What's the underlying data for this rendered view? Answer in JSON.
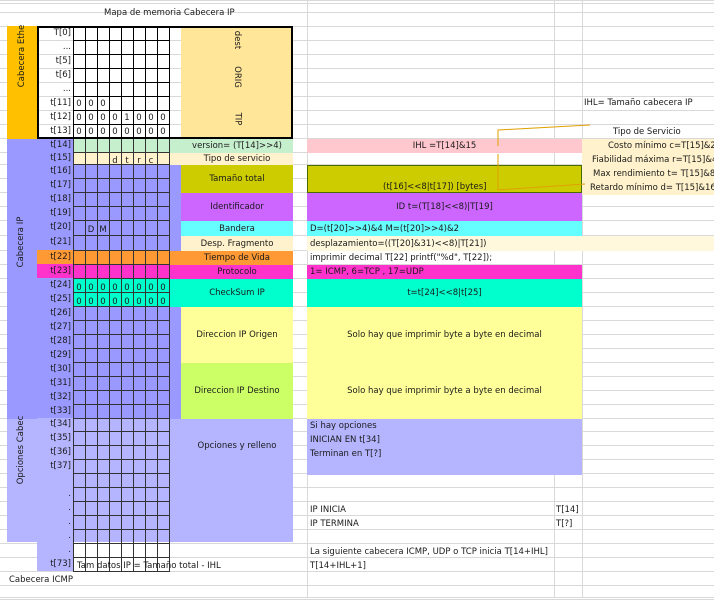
{
  "title": "Mapa de memoria Cabecera IP",
  "side_labels": {
    "ethernet": "Cabecera Ethe",
    "ip": "Cabecera IP",
    "options": "Opciones Cabec"
  },
  "rows": [
    {
      "label": "T[0]"
    },
    {
      "label": "..."
    },
    {
      "label": "t[5]"
    },
    {
      "label": "t[6]"
    },
    {
      "label": "..."
    },
    {
      "label": "t[11]"
    },
    {
      "label": "t[12]"
    },
    {
      "label": "t[13]"
    },
    {
      "label": "t[14]"
    },
    {
      "label": "t[15]"
    },
    {
      "label": "t[16]"
    },
    {
      "label": "t[17]"
    },
    {
      "label": "t[18]"
    },
    {
      "label": "t[19]"
    },
    {
      "label": "t[20]"
    },
    {
      "label": "t[21]"
    },
    {
      "label": "t[22]"
    },
    {
      "label": "t[23]"
    },
    {
      "label": "t[24]"
    },
    {
      "label": "t[25]"
    },
    {
      "label": "t[26]"
    },
    {
      "label": "t[27]"
    },
    {
      "label": "t[28]"
    },
    {
      "label": "t[29]"
    },
    {
      "label": "t[30]"
    },
    {
      "label": "t[31]"
    },
    {
      "label": "t[32]"
    },
    {
      "label": "t[33]"
    },
    {
      "label": "t[34]"
    },
    {
      "label": "t[35]"
    },
    {
      "label": "t[36]"
    },
    {
      "label": "t[37]"
    },
    {
      "label": ""
    },
    {
      "label": "."
    },
    {
      "label": "."
    },
    {
      "label": "."
    },
    {
      "label": "."
    },
    {
      "label": "."
    },
    {
      "label": "t[73]"
    }
  ],
  "bits": {
    "t11": [
      "0",
      "0",
      "0"
    ],
    "t12": [
      "0",
      "0",
      "0",
      "0",
      "1",
      "0",
      "0",
      "0"
    ],
    "t13": [
      "0",
      "0",
      "0",
      "0",
      "0",
      "0",
      "0",
      "0"
    ],
    "t15": [
      "d",
      "t",
      "r",
      "c"
    ],
    "t20": [
      "D",
      "M"
    ],
    "t24": [
      "0",
      "0",
      "0",
      "0",
      "0",
      "0",
      "0",
      "0"
    ],
    "t25": [
      "0",
      "0",
      "0",
      "0",
      "0",
      "0",
      "0",
      "0"
    ]
  },
  "eth_fields": {
    "dest": "dest",
    "orig": "ORIG",
    "tipo": "TIP"
  },
  "fields": {
    "version": "version= (T[14]>>4)",
    "servicio": "Tipo de servicio",
    "tam_total": "Tamaño total",
    "identificador": "Identificador",
    "bandera": "Bandera",
    "desp": "Desp. Fragmento",
    "ttl": "Tiempo de Vida",
    "protocolo": "Protocolo",
    "checksum": "CheckSum IP",
    "ip_origen": "Direccion IP Origen",
    "ip_destino": "Direccion IP Destino",
    "opciones": "Opciones y relleno"
  },
  "formulas": {
    "ihl": "IHL =T[14]&15",
    "tam_total": "(t[16]<<8|t[17]) [bytes]",
    "id": "ID t=(T[18]<<8)|T[19]",
    "bandera": "D=(t[20]>>4)&4   M=(t[20]>>4)&2",
    "desp": "desplazamiento=((T[20]&31)<<8)|T[21])",
    "ttl": "imprimir decimal T[22] printf(\"%d\", T[22]);",
    "protocolo": "1= ICMP, 6=TCP , 17=UDP",
    "checksum": "t=t[24]<<8|t[25]",
    "ip_origen": "Solo hay que imprimir byte a byte en decimal",
    "ip_destino": "Solo hay que imprimir byte a byte en decimal",
    "opc1": "Si hay opciones",
    "opc2": "INICIAN EN t[34]",
    "opc3": "Terminan en T[?]",
    "ip_inicia": "IP INICIA",
    "ip_termina": "IP TERMINA",
    "ip_inicia_val": "T[14]",
    "ip_termina_val": "T[?]",
    "siguiente": "La siguiente cabecera ICMP, UDP o TCP inicia T[14+IHL]",
    "siguiente2": "T[14+IHL+1]"
  },
  "right_notes": {
    "ihl_def": "IHL= Tamaño cabecera IP",
    "tipo_servicio": "Tipo de Servicio",
    "costo": "Costo mínimo c=T[15]&2",
    "fiabilidad": "Fiabilidad máxima r=T[15]&4",
    "rendimiento": "Max rendimiento t= T[15]&8",
    "retardo": "Retardo mínimo d= T[15]&16"
  },
  "footer": {
    "tam_datos": "Tam datos IP = Tamaño total - IHL",
    "icmp": "Cabecera ICMP"
  },
  "colors": {
    "ethernet": "#ffc000",
    "ip_side": "#9999ff",
    "eth_field": "#ffe699",
    "version": "#c6efce",
    "ihl": "#ffc7ce",
    "servicio": "#fff2cc",
    "tam_total": "#cccc00",
    "identificador": "#cc66ff",
    "bandera": "#66ffff",
    "ttl": "#ff9933",
    "protocolo": "#ff33cc",
    "checksum": "#00ffcc",
    "ip_origen": "#ffff99",
    "ip_destino": "#ccff66",
    "opciones": "#b4b4ff"
  }
}
